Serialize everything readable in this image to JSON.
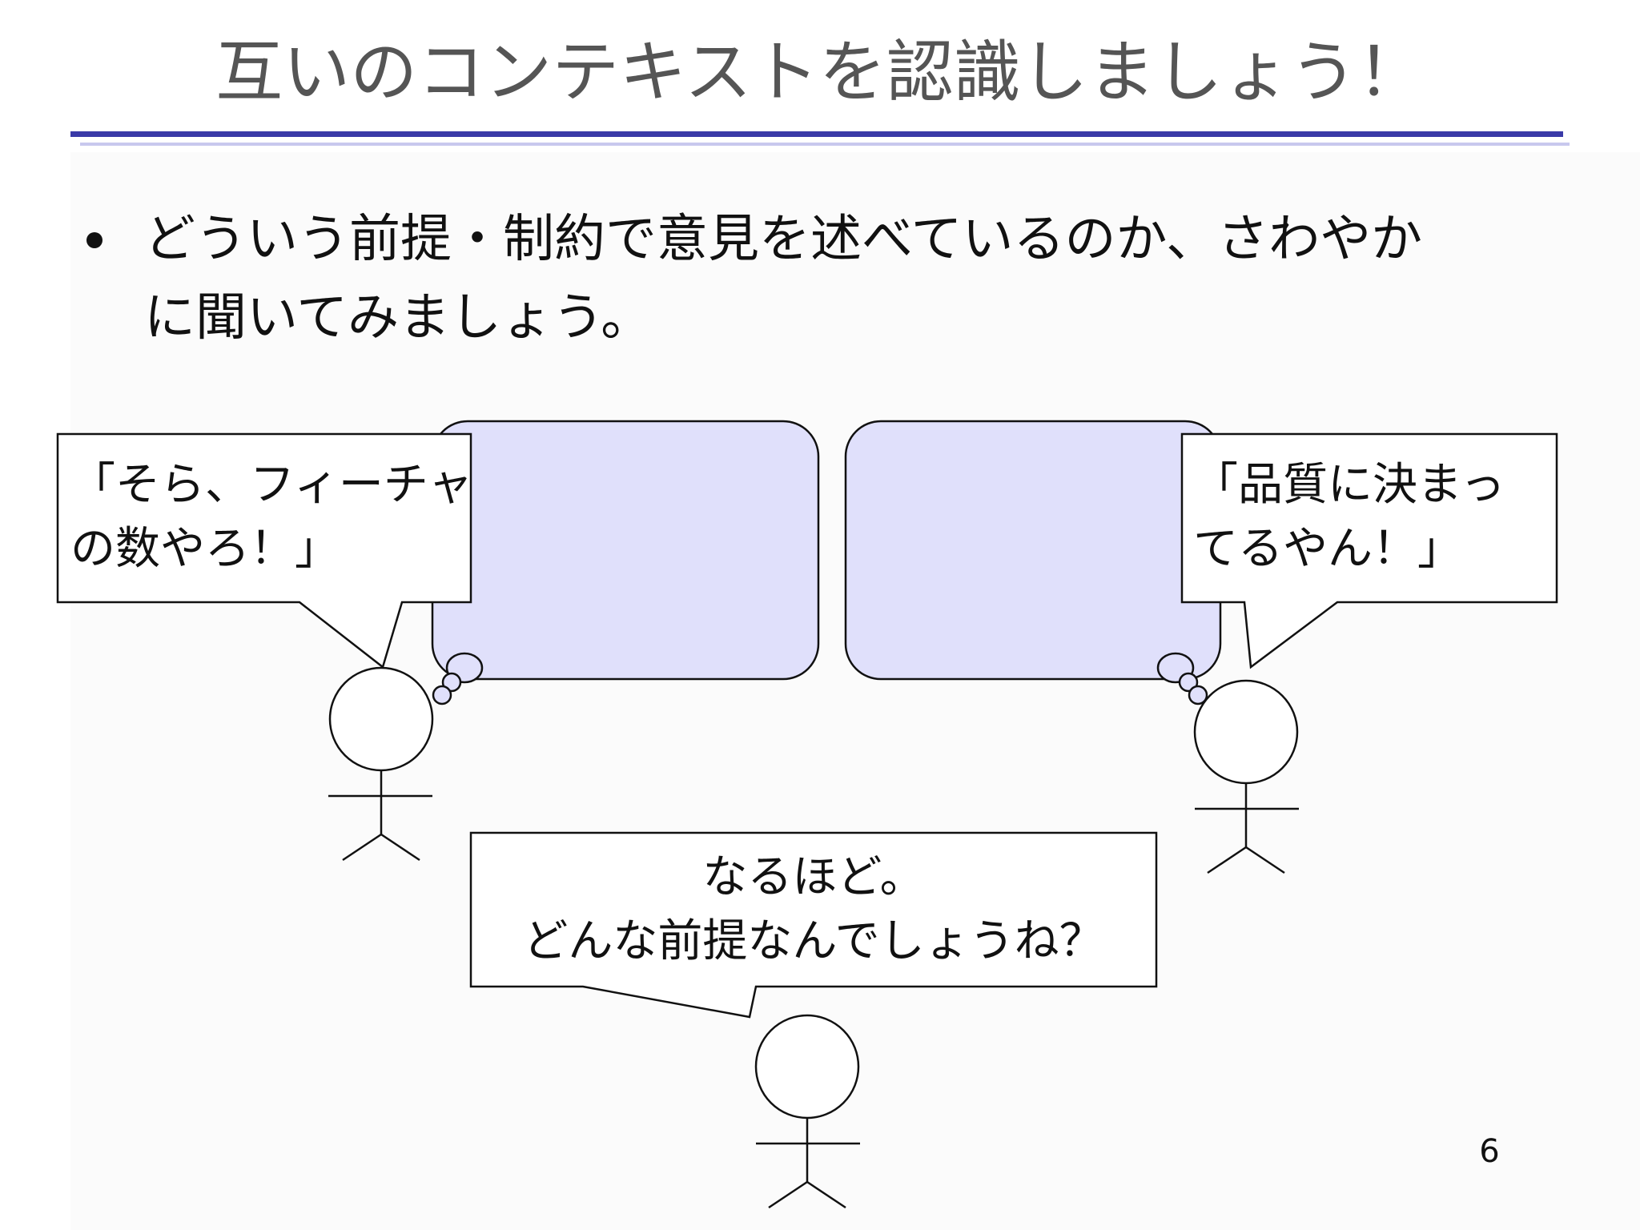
{
  "slide": {
    "title": "互いのコンテキストを認識しましょう！",
    "bullet": {
      "line1": "どういう前提・制約で意見を述べているのか、さわやか",
      "line2": "に聞いてみましょう。"
    },
    "speech_left": {
      "line1": "「そら、フィーチャ",
      "line2": "の数やろ！」"
    },
    "speech_right": {
      "line1": "「品質に決まっ",
      "line2": "てるやん！」"
    },
    "speech_center": {
      "line1": "なるほど。",
      "line2": "どんな前提なんでしょうね？"
    },
    "page_number": "6"
  },
  "colors": {
    "title_rule": "#3a3aa8",
    "title_rule_light": "#c8c8ee",
    "thought_bubble_fill": "#e0e0fb",
    "title_text": "#555555"
  }
}
